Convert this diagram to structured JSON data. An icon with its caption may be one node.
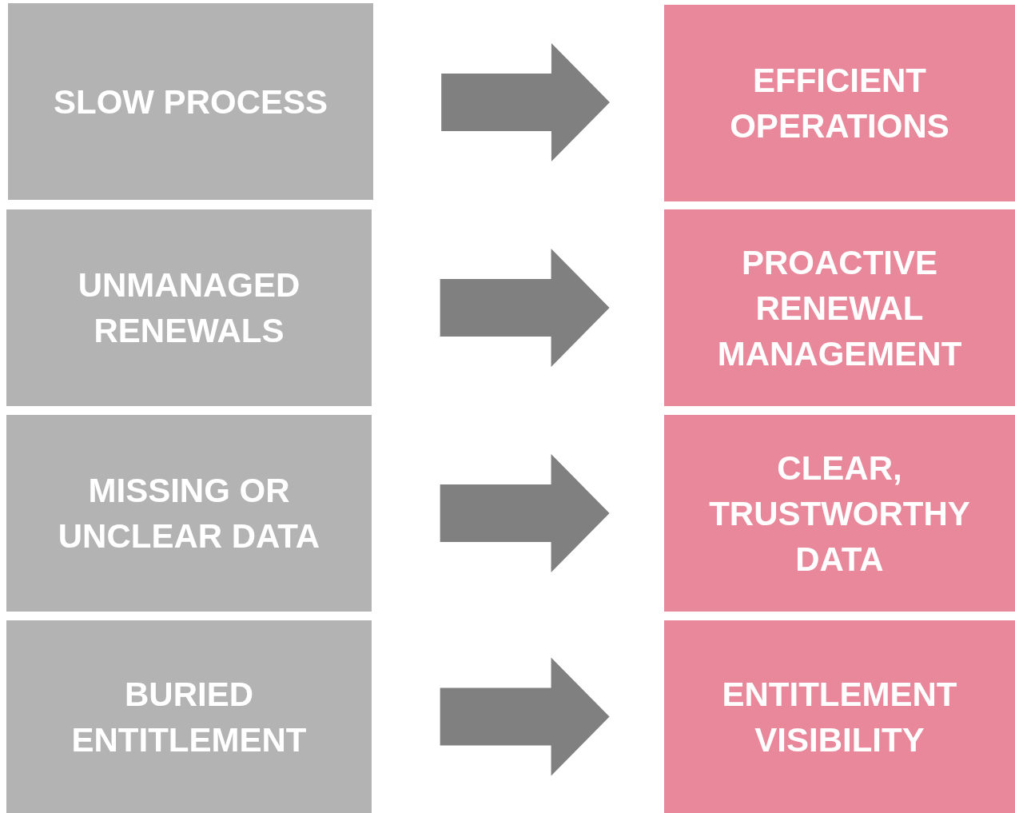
{
  "diagram": {
    "nodes": [
      {
        "text": [
          "SLOW PROCESS"
        ]
      },
      {
        "text": [
          "UNMANAGED RENEWALS"
        ]
      },
      {
        "text": [
          "MISSING OR UNCLEAR DATA"
        ]
      },
      {
        "text": [
          "BURIED ENTITLEMENT"
        ]
      },
      {
        "text": [
          "EFFICIENT OPERATIONS"
        ]
      },
      {
        "text": [
          "PROACTIVE RENEWAL MANAGEMENT"
        ]
      },
      {
        "text": [
          "CLEAR, TRUSTWORTHY DATA"
        ]
      },
      {
        "text": [
          "ENTITLEMENT VISIBILITY"
        ]
      }
    ],
    "edges": [
      {
        "from": 0,
        "to": 4,
        "arrow": "to"
      },
      {
        "from": 1,
        "to": 5,
        "arrow": "to"
      },
      {
        "from": 2,
        "to": 6,
        "arrow": "to"
      },
      {
        "from": 3,
        "to": 7,
        "arrow": "to"
      }
    ]
  }
}
